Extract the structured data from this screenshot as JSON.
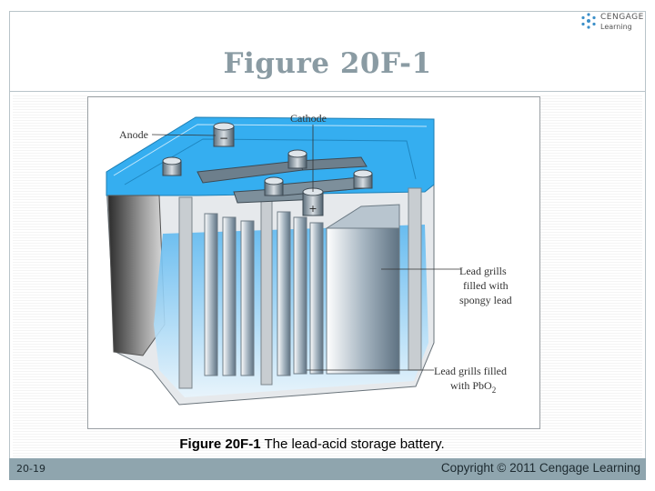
{
  "logo": {
    "line1": "CENGAGE",
    "line2": "Learning"
  },
  "slide": {
    "title": "Figure 20F-1"
  },
  "figure": {
    "labels": {
      "anode": "Anode",
      "cathode": "Cathode",
      "grill1_line1": "Lead grills",
      "grill1_line2": "filled with",
      "grill1_line3": "spongy lead",
      "grill2_line1": "Lead grills filled",
      "grill2_line2": "with PbO",
      "grill2_sub": "2",
      "minus": "−",
      "plus": "+"
    },
    "caption_bold": "Figure 20F-1",
    "caption_text": " The lead-acid storage battery."
  },
  "footer": {
    "page_number": "20-19",
    "copyright": "Copyright © 2011 Cengage Learning"
  }
}
